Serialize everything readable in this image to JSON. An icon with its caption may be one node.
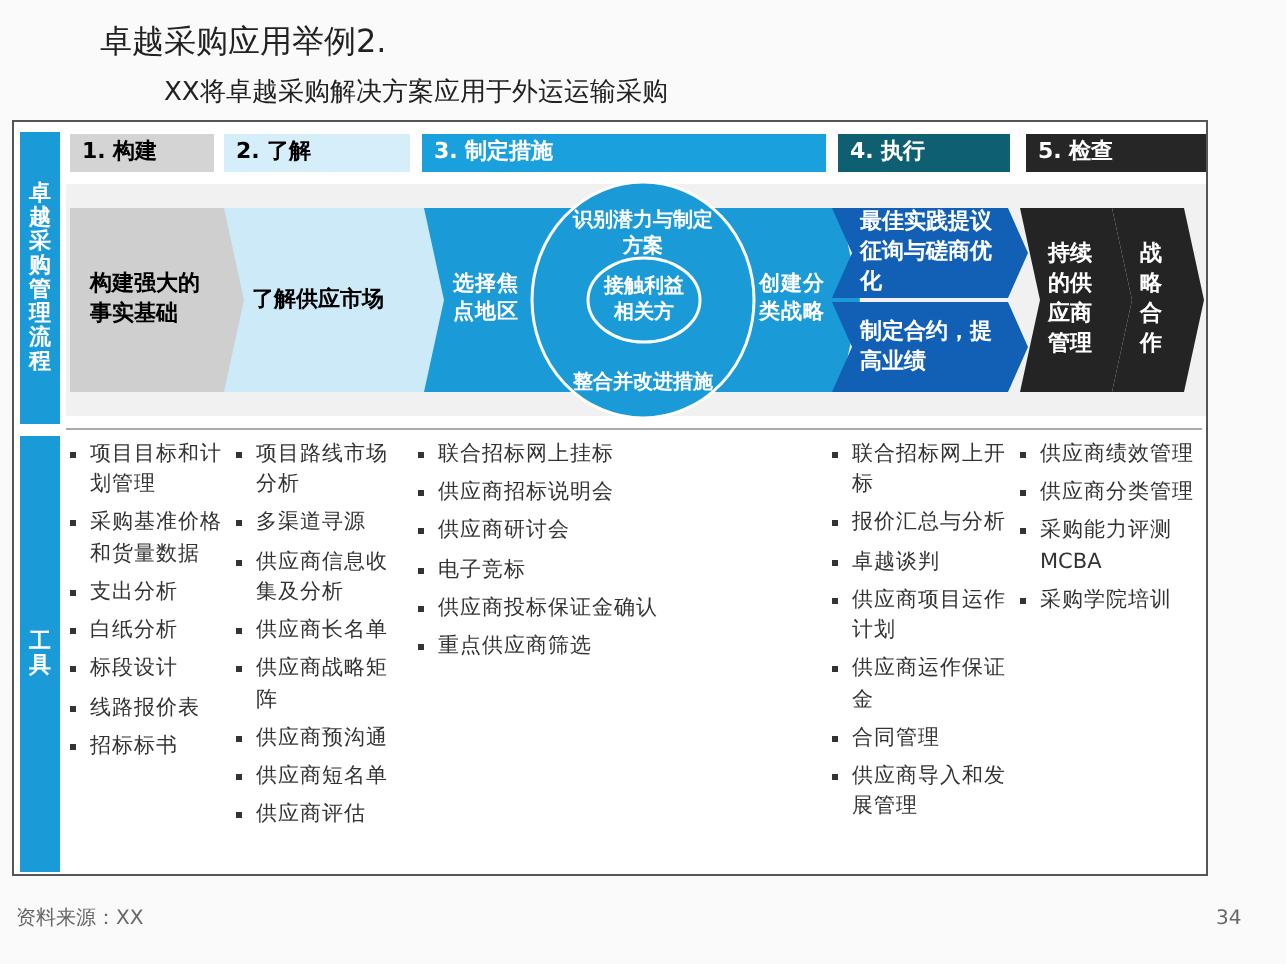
{
  "diagram": {
    "title": "卓越采购应用举例2.",
    "nodes": [
      {
        "text": [
          "卓越采购管理流程"
        ]
      },
      {
        "text": [
          "1. 构建"
        ]
      },
      {
        "text": [
          "2. 了解"
        ]
      },
      {
        "text": [
          "3. 制定措施"
        ]
      },
      {
        "text": [
          "4. 执行"
        ]
      },
      {
        "text": [
          "5. 检查"
        ]
      },
      {
        "text": [
          "构建强大的事实基础"
        ]
      },
      {
        "text": [
          "了解供应市场"
        ]
      },
      {
        "text": [
          "选择焦点地区",
          "创建分类战略"
        ]
      },
      {
        "text": [
          "识别潜力与制定方案",
          "整合并改进措施"
        ]
      },
      {
        "text": [
          "接触利益相关方"
        ]
      },
      {
        "text": [
          "最佳实践提议征询与磋商优化"
        ]
      },
      {
        "text": [
          "制定合约，提高业绩"
        ]
      },
      {
        "text": [
          "持续的供应商管理"
        ]
      },
      {
        "text": [
          "战略合作"
        ]
      },
      {
        "text": [
          "工具"
        ]
      }
    ],
    "labels": [
      "XX将卓越采购解决方案应用于外运运输采购",
      "项目目标和计划管理",
      "采购基准价格和货量数据",
      "支出分析",
      "白纸分析",
      "标段设计",
      "线路报价表",
      "招标标书",
      "项目路线市场分析",
      "多渠道寻源",
      "供应商信息收集及分析",
      "供应商长名单",
      "供应商战略矩阵",
      "供应商预沟通",
      "供应商短名单",
      "供应商评估",
      "联合招标网上挂标",
      "供应商招标说明会",
      "供应商研讨会",
      "电子竞标",
      "供应商投标保证金确认",
      "重点供应商筛选",
      "联合招标网上开标",
      "报价汇总与分析",
      "卓越谈判",
      "供应商项目运作计划",
      "供应商运作保证金",
      "合同管理",
      "供应商导入和发展管理",
      "供应商绩效管理",
      "供应商分类管理",
      "采购能力评测MCBA",
      "采购学院培训",
      "资料来源：XX",
      "34"
    ]
  }
}
